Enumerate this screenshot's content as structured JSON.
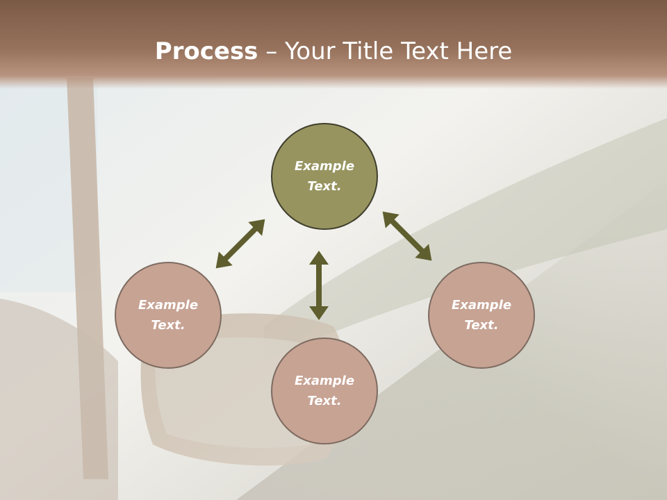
{
  "title": {
    "bold": "Process",
    "rest": " – Your Title Text Here"
  },
  "nodes": {
    "top": "Example\nText.",
    "left": "Example\nText.",
    "right": "Example\nText.",
    "bottom": "Example\nText."
  },
  "colors": {
    "header": "#8a6752",
    "top_node": "#979460",
    "side_node": "#c7a394",
    "arrow": "#5e5e2e"
  }
}
